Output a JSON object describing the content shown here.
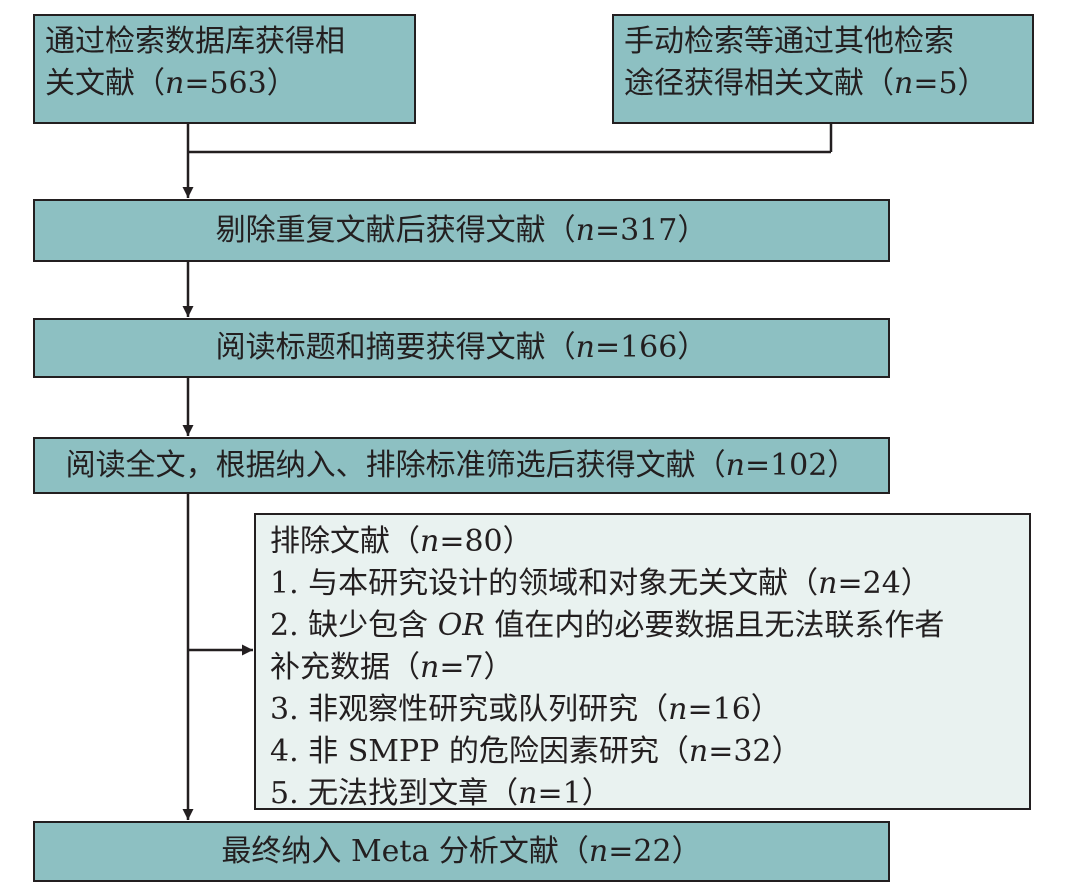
{
  "boxes": {
    "database_search": {
      "line1": "通过检索数据库获得相",
      "line2": "关文献（",
      "n": "n",
      "rest": "=563）"
    },
    "manual_search": {
      "line1": "手动检索等通过其他检索",
      "line2": "途径获得相关文献（",
      "n": "n",
      "rest": "=5）"
    },
    "dedup": {
      "pre": "剔除重复文献后获得文献（",
      "n": "n",
      "rest": "=317）"
    },
    "title_abstract": {
      "pre": "阅读标题和摘要获得文献（",
      "n": "n",
      "rest": "=166）"
    },
    "fulltext": {
      "pre": "阅读全文，根据纳入、排除标准筛选后获得文献（",
      "n": "n",
      "rest": "=102）"
    },
    "final": {
      "pre": "最终纳入 Meta 分析文献（",
      "n": "n",
      "rest": "=22）"
    }
  },
  "exclusion": {
    "header_pre": "排除文献（",
    "header_n": "n",
    "header_rest": "=80）",
    "r1_pre": "1. 与本研究设计的领域和对象无关文献（",
    "r1_n": "n",
    "r1_rest": "=24）",
    "r2_pre": "2. 缺少包含 ",
    "r2_or": "OR",
    "r2_mid": " 值在内的必要数据且无法联系作者",
    "r2b_pre": "补充数据（",
    "r2b_n": "n",
    "r2b_rest": "=7）",
    "r3_pre": "3. 非观察性研究或队列研究（",
    "r3_n": "n",
    "r3_rest": "=16）",
    "r4_pre": "4. 非 SMPP 的危险因素研究（",
    "r4_n": "n",
    "r4_rest": "=32）",
    "r5_pre": "5. 无法找到文章（",
    "r5_n": "n",
    "r5_rest": "=1）"
  },
  "colors": {
    "box_fill": "#8dc0c2",
    "exclusion_fill": "#e9f2f0",
    "stroke": "#231f20"
  }
}
